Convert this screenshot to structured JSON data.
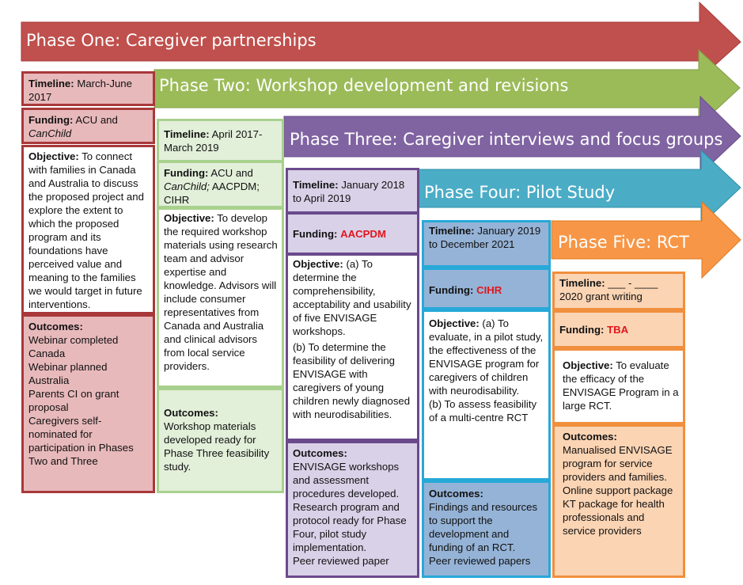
{
  "colors": {
    "phase1": "#c0504d",
    "phase2": "#9bbb59",
    "phase3": "#8064a2",
    "phase4": "#4bacc6",
    "phase5": "#f79646",
    "funding_highlight": "#e1161c"
  },
  "phases": [
    {
      "title": "Phase One: Caregiver partnerships",
      "timeline_label": "Timeline:",
      "timeline_value": "March-June 2017",
      "funding_label": "Funding:",
      "funding_value": "ACU and ",
      "funding_italic": "CanChild",
      "objective_label": "Objective:",
      "objective_text": "To connect with families in Canada and Australia to discuss the proposed project and explore the extent to which the proposed program and its foundations have perceived value and meaning to the families we would target in future interventions.",
      "outcomes_label": "Outcomes:",
      "outcomes_lines": [
        "Webinar completed Canada",
        "Webinar planned Australia",
        "Parents CI on grant proposal",
        "Caregivers self-nominated for participation in Phases Two and Three"
      ]
    },
    {
      "title": "Phase Two: Workshop development and revisions",
      "timeline_label": "Timeline:",
      "timeline_value": "April 2017-March 2019",
      "funding_label": "Funding:",
      "funding_value": "ACU and ",
      "funding_italic": "CanChild;",
      "funding_value2": " AACPDM; CIHR",
      "objective_label": "Objective:",
      "objective_text": "To develop the required workshop materials using research team and advisor expertise and knowledge. Advisors will include consumer representatives from Canada and Australia and clinical advisors from local service providers.",
      "outcomes_label": "Outcomes:",
      "outcomes_lines": [
        "Workshop materials developed ready for Phase Three feasibility study."
      ]
    },
    {
      "title": "Phase Three: Caregiver interviews and focus groups",
      "timeline_label": "Timeline:",
      "timeline_value": "January 2018 to April 2019",
      "funding_label": "Funding:",
      "funding_value": "AACPDM",
      "objective_label": "Objective:",
      "objective_text": "(a) To determine the comprehensibility, acceptability and usability of five ENVISAGE workshops.",
      "objective_text2": "(b) To determine the feasibility of delivering ENVISAGE with caregivers of young children newly diagnosed with neurodisabilities.",
      "outcomes_label": "Outcomes:",
      "outcomes_lines": [
        "ENVISAGE workshops and assessment procedures developed.",
        "Research program and protocol ready for Phase Four, pilot study implementation.",
        "Peer reviewed paper"
      ]
    },
    {
      "title": "Phase Four: Pilot Study",
      "timeline_label": "Timeline:",
      "timeline_value": "January 2019  to December 2021",
      "funding_label": "Funding:",
      "funding_value": "CIHR",
      "objective_label": "Objective:",
      "objective_text": " (a) To evaluate, in a pilot study, the effectiveness of the ENVISAGE program for caregivers of children with neurodisability.",
      "objective_text2": "(b) To assess feasibility of a multi-centre RCT",
      "outcomes_label": "Outcomes:",
      "outcomes_lines": [
        "Findings and resources to support the development and funding of an RCT.",
        "Peer reviewed papers"
      ]
    },
    {
      "title": "Phase Five: RCT",
      "timeline_label": "Timeline:",
      "timeline_value": "___ - ____",
      "timeline_value2": "2020 grant writing",
      "funding_label": "Funding:",
      "funding_value": "TBA",
      "objective_label": "Objective:",
      "objective_text": "To evaluate the efficacy of the ENVISAGE Program in a large RCT.",
      "outcomes_label": "Outcomes:",
      "outcomes_lines": [
        "Manualised ENVISAGE program for service providers and families.",
        "Online support package",
        "KT package for health professionals and service providers"
      ]
    }
  ]
}
